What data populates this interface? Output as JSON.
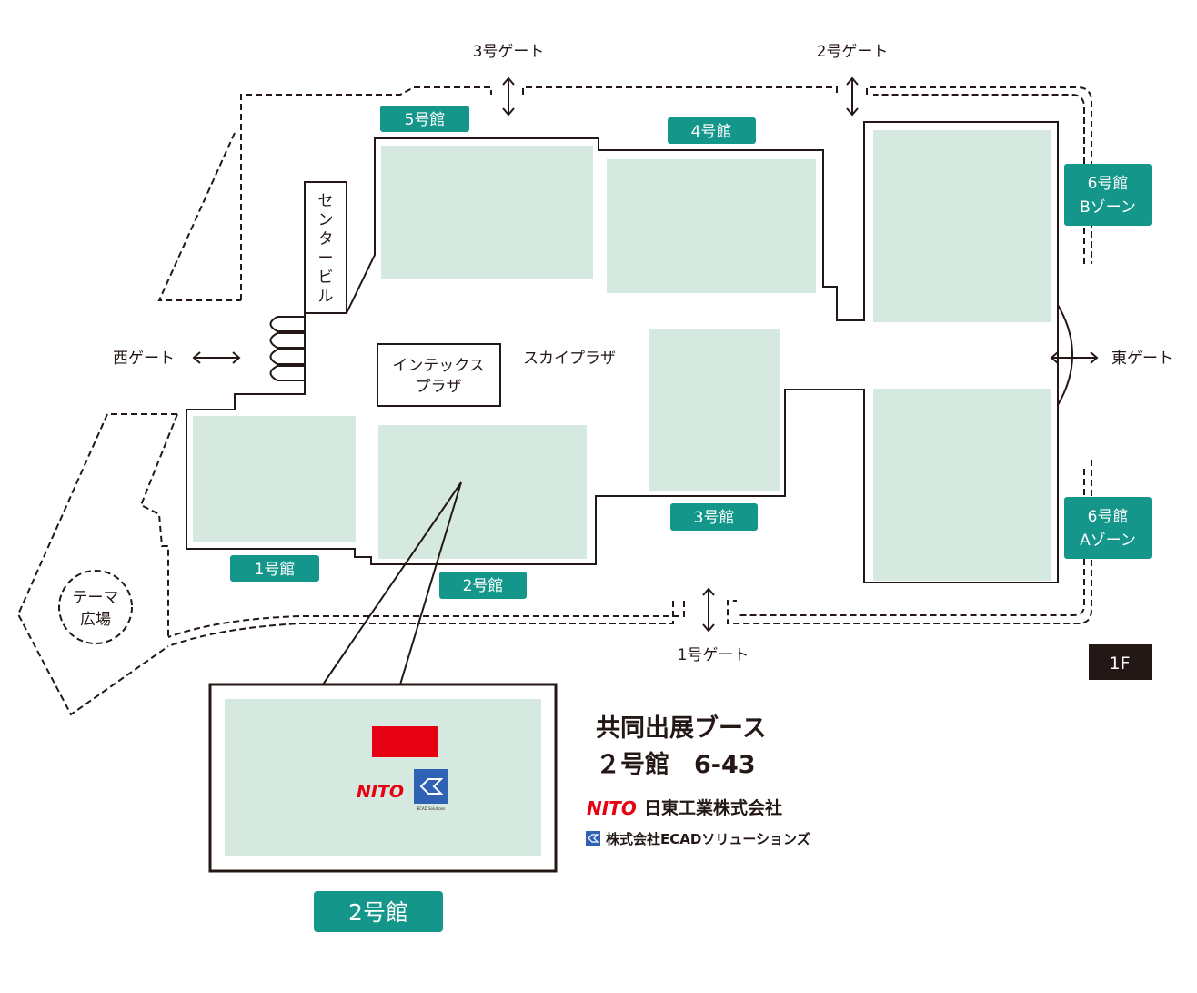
{
  "gates": {
    "gate3": "3号ゲート",
    "gate2": "2号ゲート",
    "west": "西ゲート",
    "east": "東ゲート",
    "gate1": "1号ゲート"
  },
  "halls": {
    "hall5": "5号館",
    "hall4": "4号館",
    "hall6b_line1": "6号館",
    "hall6b_line2": "Bゾーン",
    "hall6a_line1": "6号館",
    "hall6a_line2": "Aゾーン",
    "hall1": "1号館",
    "hall2": "2号館",
    "hall3": "3号館"
  },
  "places": {
    "center_building": [
      "セ",
      "ン",
      "タ",
      "ー",
      "ビ",
      "ル"
    ],
    "intex_line1": "インテックス",
    "intex_line2": "プラザ",
    "sky_plaza": "スカイプラザ",
    "theme_line1": "テーマ",
    "theme_line2": "広場"
  },
  "floor": "1F",
  "booth": {
    "title": "共同出展ブース",
    "location": "２号館　6-43",
    "hall_label": "2号館",
    "nito_logo": "NITO",
    "ecad_logo_caption": "ECAD Solutions",
    "company1": "日東工業株式会社",
    "company2": "株式会社ECADソリューションズ"
  },
  "colors": {
    "accent_teal": "#14968a",
    "hall_fill": "#d5e9e0",
    "nito_red": "#e50012",
    "ecad_blue": "#2f62b4",
    "floor_badge": "#231815"
  }
}
